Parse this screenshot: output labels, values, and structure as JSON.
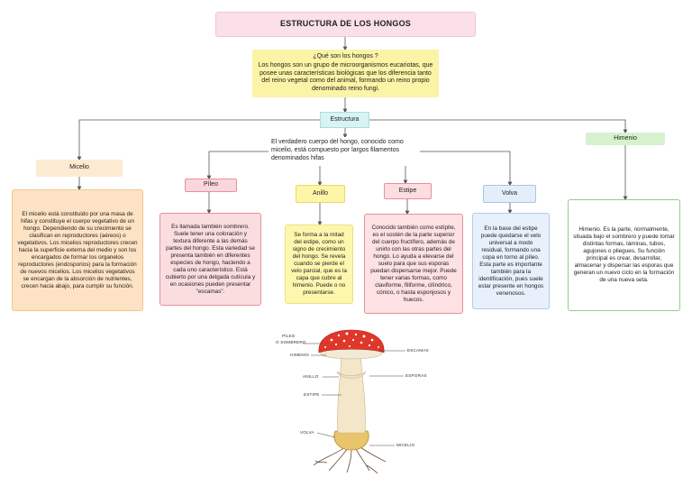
{
  "title": "ESTRUCTURA DE LOS HONGOS",
  "question": {
    "heading": "¿Qué son los hongos ?",
    "text": "Los hongos son un grupo de microorganismos eucariotas, que posee unas características biológicas que los diferencia tanto del reino vegetal como del animal, formando un reino propio denominado reino fungi."
  },
  "structure_label": "Estructura",
  "body_text": "El verdadero cuerpo del hongo, conocido como micelio, está compuesto por largos filamentos denominados hifas",
  "parts": {
    "micelio": {
      "label": "Micelio",
      "text": "El micelio está constituido por una masa de hifas y constituye el cuerpo vegetativo de un hongo. Dependiendo de su crecimiento se clasifican en reproductores (aéreos) o vegetativos. Los micelios reproductores crecen hacia la superficie externa del medio y son los encargados de formar los organelos reproductores (endosporios) para la formación de nuevos micelios. Los micelios vegetativos se encargan de la absorción de nutrientes, crecen hacia abajo, para cumplir su función."
    },
    "pileo": {
      "label": "Píleo",
      "text": "Es llamada también sombrero. Suele tener una coloración y textura diferente a las demás partes del hongo. Esta variedad se presenta también en diferentes especies de hongo, haciendo a cada uno característico. Está cubierto por una delgada cutícula y en ocasiones pueden presentar \"escamas\"."
    },
    "anillo": {
      "label": "Anillo",
      "text": "Se forma a la mitad del estipe, como un signo de crecimiento del hongo. Se revela cuando se pierde el velo parcial, que es la capa que cubre al himenio. Puede o no presentarse."
    },
    "estipe": {
      "label": "Estipe",
      "text": "Conocido también como estípite, es el sostén de la parte superior del cuerpo fructífero, además de unirlo con las otras partes del hongo. Lo ayuda a elevarse del suelo para que sus esporas puedan dispersarse mejor. Puede tener varias formas, como claviforme, filiforme, cilíndrico, cónico, o hasta esponjosos y huecos."
    },
    "volva": {
      "label": "Volva",
      "text": "En la base del estipe puede quedarse el velo universal a modo residual, formando una copa en torno al píleo. Esta parte es importante también para la identificación, pues suele estar presente en hongos venenosos."
    },
    "himenio": {
      "label": "Himenio",
      "text": "Himenio. Es la parte, normalmente, situada bajo el sombrero y puede tomar distintas formas, láminas, tubos, agujones o pliegues. Su función principal es crear, desarrollar, almacenar y dispersar las esporas que generan un nuevo ciclo en la formación de una nueva seta."
    }
  },
  "illustration_labels": {
    "pileo_line1": "PÍLEO",
    "pileo_line2": "O SOMBRERO",
    "himenio": "HIMENIO",
    "anillo": "ANILLO",
    "estipe": "ESTIPE",
    "volva": "VOLVA",
    "escamas": "ESCAMAS",
    "esporas": "ESPORAS",
    "micelio": "MICELIO"
  },
  "colors": {
    "cap_red": "#e0372b",
    "cap_spots": "#ffffff",
    "stem": "#f4e6c8",
    "volva": "#e8c46a",
    "connector": "#555555"
  }
}
